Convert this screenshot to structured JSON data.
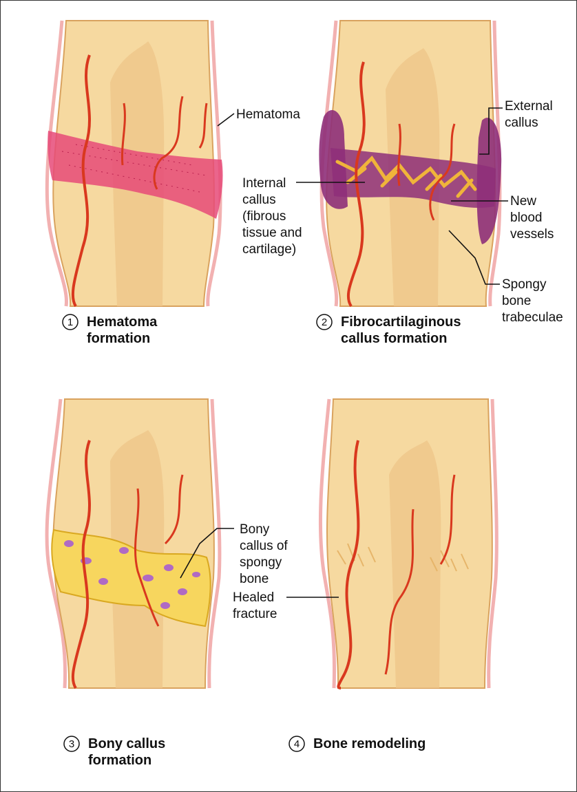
{
  "colors": {
    "bone": "#f6d9a0",
    "bone_edge": "#d9a25e",
    "periosteum": "#f2b1b1",
    "vessel": "#d9381e",
    "vessel_dark": "#a81f10",
    "hematoma": "#e64a78",
    "fibro_callus": "#8e2f79",
    "trabeculae": "#f0b43a",
    "bony_callus": "#f7d65e",
    "cavity": "#b06ac4"
  },
  "panels": [
    {
      "number": "1",
      "caption_line1": "Hematoma",
      "caption_line2": "formation",
      "labels": [
        {
          "lines": [
            "Hematoma"
          ]
        }
      ]
    },
    {
      "number": "2",
      "caption_line1": "Fibrocartilaginous",
      "caption_line2": "callus formation",
      "labels": [
        {
          "lines": [
            "External",
            "callus"
          ]
        },
        {
          "lines": [
            "Internal",
            "callus",
            "(fibrous",
            "tissue and",
            "cartilage)"
          ]
        },
        {
          "lines": [
            "New",
            "blood",
            "vessels"
          ]
        },
        {
          "lines": [
            "Spongy",
            "bone",
            "trabeculae"
          ]
        }
      ]
    },
    {
      "number": "3",
      "caption_line1": "Bony callus",
      "caption_line2": "formation",
      "labels": [
        {
          "lines": [
            "Bony",
            "callus of",
            "spongy",
            "bone"
          ]
        }
      ]
    },
    {
      "number": "4",
      "caption_line1": "Bone remodeling",
      "caption_line2": "",
      "labels": [
        {
          "lines": [
            "Healed",
            "fracture"
          ]
        }
      ]
    }
  ]
}
